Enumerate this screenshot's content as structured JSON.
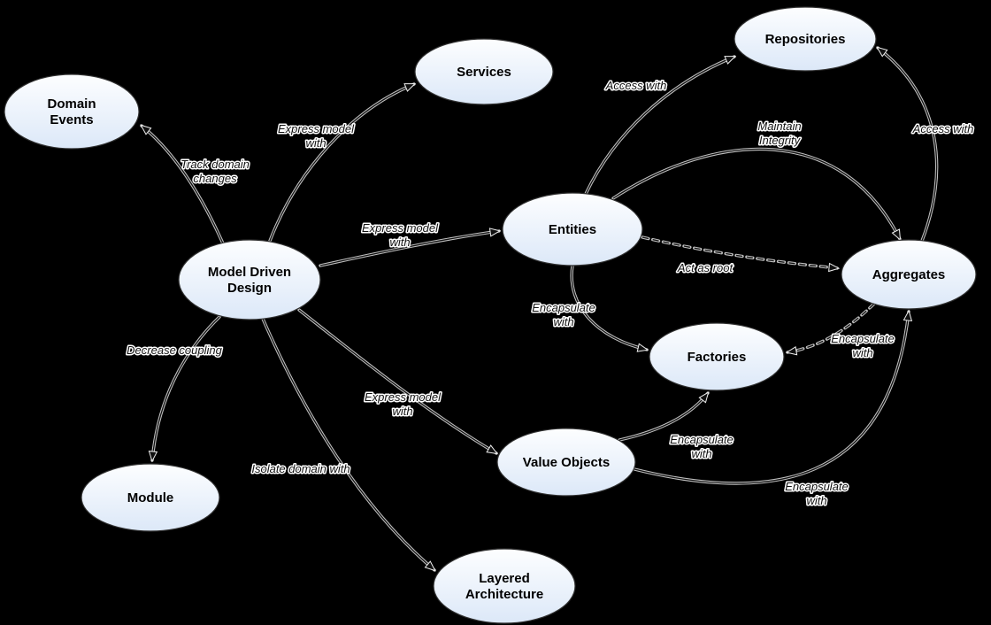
{
  "diagram": {
    "type": "concept-map",
    "topic": "Domain-Driven Design",
    "colors": {
      "background": "#000000",
      "node_fill_top": "#fdfeff",
      "node_fill_bottom": "#dce8f8",
      "node_stroke": "#2f2f2f",
      "edge_stroke": "#101010",
      "label_text": "#111111"
    },
    "nodes": {
      "domain_events": {
        "label": "Domain Events",
        "line1": "Domain",
        "line2": "Events"
      },
      "services": {
        "label": "Services",
        "line1": "Services"
      },
      "repositories": {
        "label": "Repositories",
        "line1": "Repositories"
      },
      "model_driven_design": {
        "label": "Model Driven Design",
        "line1": "Model Driven",
        "line2": "Design"
      },
      "entities": {
        "label": "Entities",
        "line1": "Entities"
      },
      "aggregates": {
        "label": "Aggregates",
        "line1": "Aggregates"
      },
      "factories": {
        "label": "Factories",
        "line1": "Factories"
      },
      "module": {
        "label": "Module",
        "line1": "Module"
      },
      "value_objects": {
        "label": "Value Objects",
        "line1": "Value Objects"
      },
      "layered_architecture": {
        "label": "Layered Architecture",
        "line1": "Layered",
        "line2": "Architecture"
      }
    },
    "edges": {
      "track_domain_changes": {
        "from": "Model Driven Design",
        "to": "Domain Events",
        "label": "Track domain changes",
        "line1": "Track domain",
        "line2": "changes",
        "style": "solid"
      },
      "express_model_services": {
        "from": "Model Driven Design",
        "to": "Services",
        "label": "Express model with",
        "line1": "Express model",
        "line2": "with",
        "style": "solid"
      },
      "express_model_entities": {
        "from": "Model Driven Design",
        "to": "Entities",
        "label": "Express model with",
        "line1": "Express model",
        "line2": "with",
        "style": "solid"
      },
      "express_model_value_objects": {
        "from": "Model Driven Design",
        "to": "Value Objects",
        "label": "Express model with",
        "line1": "Express model",
        "line2": "with",
        "style": "solid"
      },
      "decrease_coupling": {
        "from": "Model Driven Design",
        "to": "Module",
        "label": "Decrease coupling",
        "line1": "Decrease coupling",
        "style": "solid"
      },
      "isolate_domain": {
        "from": "Model Driven Design",
        "to": "Layered Architecture",
        "label": "Isolate domain with",
        "line1": "Isolate domain with",
        "style": "solid"
      },
      "access_with_entities": {
        "from": "Entities",
        "to": "Repositories",
        "label": "Access with",
        "line1": "Access with",
        "style": "solid"
      },
      "access_with_aggregates": {
        "from": "Aggregates",
        "to": "Repositories",
        "label": "Access with",
        "line1": "Access with",
        "style": "solid"
      },
      "maintain_integrity": {
        "from": "Entities",
        "to": "Aggregates",
        "label": "Maintain Integrity",
        "line1": "Maintain",
        "line2": "Integrity",
        "style": "solid"
      },
      "act_as_root": {
        "from": "Entities",
        "to": "Aggregates",
        "label": "Act as root",
        "line1": "Act as root",
        "style": "dashed"
      },
      "encapsulate_entities_factories": {
        "from": "Entities",
        "to": "Factories",
        "label": "Encapsulate with",
        "line1": "Encapsulate",
        "line2": "with",
        "style": "solid"
      },
      "encapsulate_aggregates_factories": {
        "from": "Aggregates",
        "to": "Factories",
        "label": "Encapsulate with",
        "line1": "Encapsulate",
        "line2": "with",
        "style": "dashed"
      },
      "encapsulate_value_objects_factories": {
        "from": "Value Objects",
        "to": "Factories",
        "label": "Encapsulate with",
        "line1": "Encapsulate",
        "line2": "with",
        "style": "solid"
      },
      "encapsulate_value_objects_aggregates": {
        "from": "Value Objects",
        "to": "Aggregates",
        "label": "Encapsulate with",
        "line1": "Encapsulate",
        "line2": "with",
        "style": "solid"
      }
    }
  }
}
